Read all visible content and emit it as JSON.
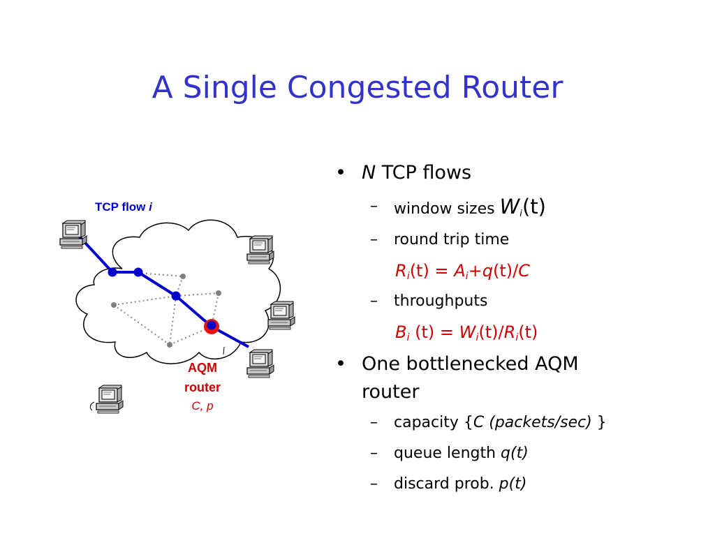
{
  "slide": {
    "title": "A Single Congested Router"
  },
  "diagram": {
    "flow_label": "TCP flow ",
    "flow_label_var": "i",
    "router_label_line1": "AQM",
    "router_label_line2": "router",
    "router_params": "C, p",
    "colors": {
      "flow": "#0000cc",
      "router": "#ee0000",
      "links": "#888888",
      "cloud": "#000000"
    },
    "icons": [
      "computer-icon",
      "cloud-icon",
      "router-icon"
    ]
  },
  "bullets": {
    "b1": {
      "var": "N",
      "text": " TCP flows"
    },
    "b1_1": {
      "text": "window sizes ",
      "sym": "W",
      "sub": "i",
      "tail": "(t)"
    },
    "b1_2": {
      "text": "round trip time"
    },
    "formula1": {
      "l": "R",
      "ls": "i",
      "a": "(t) = ",
      "m": "A",
      "ms": "i",
      "plus": "+",
      "q": "q",
      "tail": "(t)/",
      "c": "C"
    },
    "b1_3": {
      "text": "throughputs"
    },
    "formula2": {
      "l": "B",
      "ls": "i",
      "a": " (t) = ",
      "w": "W",
      "ws": "i",
      "mid": "(t)/",
      "r": "R",
      "rs": "i",
      "tail": "(t)"
    },
    "b2": {
      "text": "One bottlenecked AQM router"
    },
    "b2_1": {
      "text": "capacity {",
      "it": "C (packets/sec)",
      "tail": " }"
    },
    "b2_2": {
      "text": "queue length ",
      "it": "q(t)"
    },
    "b2_3": {
      "text": "discard prob. ",
      "it": "p(t)"
    }
  }
}
